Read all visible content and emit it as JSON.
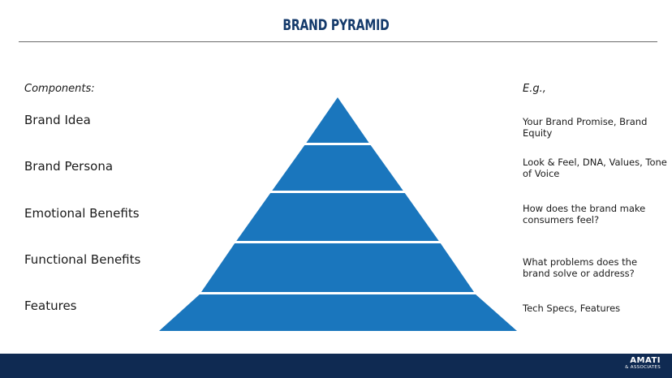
{
  "title": "BRAND PYRAMID",
  "components_heading": "Components:",
  "examples_heading": "E.g.,",
  "colors": {
    "title": "#143a6b",
    "pyramid": "#1a76bd",
    "footer": "#0f2a52"
  },
  "levels": [
    {
      "component": "Brand Idea",
      "example": "Your Brand Promise, Brand Equity"
    },
    {
      "component": "Brand Persona",
      "example": "Look & Feel, DNA, Values, Tone of Voice"
    },
    {
      "component": "Emotional Benefits",
      "example": "How does the brand make consumers feel?"
    },
    {
      "component": "Functional Benefits",
      "example": "What problems does the brand solve or address?"
    },
    {
      "component": "Features",
      "example": "Tech Specs, Features"
    }
  ],
  "logo": {
    "line1": "AMATI",
    "line2": "& ASSOCIATES"
  }
}
